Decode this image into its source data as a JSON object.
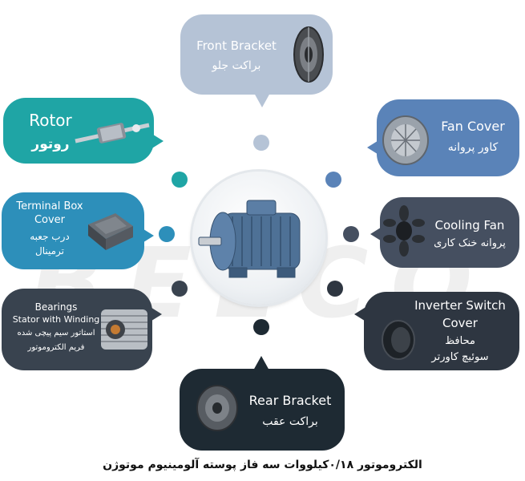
{
  "parts": {
    "front_bracket": {
      "en": "Front Bracket",
      "fa": "براکت جلو",
      "color": "#b5c3d6"
    },
    "rotor": {
      "en": "Rotor",
      "fa": "روتور",
      "color": "#1fa5a5"
    },
    "fan_cover": {
      "en": "Fan Cover",
      "fa": "کاور پروانه",
      "color": "#5a83b8"
    },
    "terminal_box": {
      "en_line1": "Terminal Box",
      "en_line2": "Cover",
      "fa_line1": "درب جعبه",
      "fa_line2": "ترمینال",
      "color": "#2d8fba"
    },
    "cooling_fan": {
      "en": "Cooling Fan",
      "fa": "پروانه خنک کاری",
      "color": "#454f60"
    },
    "bearings": {
      "en_line1": "Bearings",
      "en_line2": "Stator with Winding",
      "fa_line1": "استاتور سیم پیچی شده",
      "fa_line2": "فریم الکتروموتور",
      "color": "#39434f"
    },
    "inverter_switch": {
      "en_line1": "Inverter Switch",
      "en_line2": "Cover",
      "fa_line1": "محافظ",
      "fa_line2": "سوئیچ کاورتر",
      "color": "#2e3641"
    },
    "rear_bracket": {
      "en": "Rear Bracket",
      "fa": "براکت عقب",
      "color": "#1e2a33"
    }
  },
  "dots": {
    "top": "#b5c3d6",
    "upper_left": "#1fa5a5",
    "upper_right": "#5a83b8",
    "mid_left": "#2d8fba",
    "mid_right": "#454f60",
    "lower_left": "#39434f",
    "lower_right": "#2e3641",
    "bottom": "#1e2a33"
  },
  "watermark": "BELCO",
  "caption": "الکتروموتور ۰/۱۸کیلووات سه فاز پوسته آلومینیوم موتوژن"
}
